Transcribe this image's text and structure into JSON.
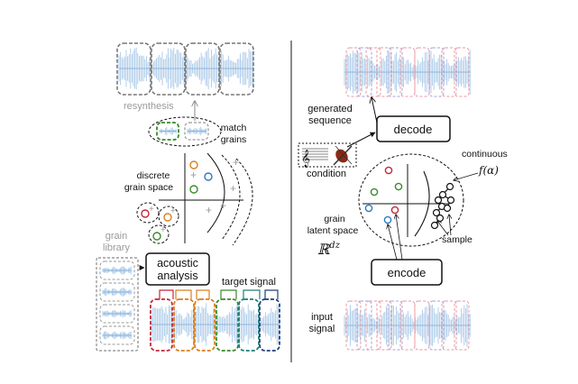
{
  "left": {
    "resynthesis_label": "resynthesis",
    "match_grains_line1": "match",
    "match_grains_line2": "grains",
    "grain_space_line1": "discrete",
    "grain_space_line2": "grain space",
    "grain_library_line1": "grain",
    "grain_library_line2": "library",
    "analysis_line1": "acoustic",
    "analysis_line2": "analysis",
    "target_signal": "target signal"
  },
  "right": {
    "generated_line1": "generated",
    "generated_line2": "sequence",
    "decode_label": "decode",
    "condition_label": "condition",
    "continuous_label": "continuous",
    "f_alpha": "f(α)",
    "latent_line1": "grain",
    "latent_line2": "latent space",
    "rd_symbol": "ℝ",
    "rd_superscript": "dz",
    "sample_label": "sample",
    "encode_label": "encode",
    "input_line1": "input",
    "input_line2": "signal"
  },
  "colors": {
    "waveform": "#a9c9e8",
    "pink_grain": "#e79aa3",
    "grain_red": "#c0283a",
    "grain_orange": "#d97f1f",
    "grain_green": "#3a8a2c",
    "grain_blue": "#2a7bc0",
    "grain_teal": "#1f7f7a",
    "grain_navy": "#1f3f7f",
    "box_gray": "#777777"
  },
  "icons": [
    "music-score-icon",
    "violin-icon",
    "arrow-icon"
  ]
}
